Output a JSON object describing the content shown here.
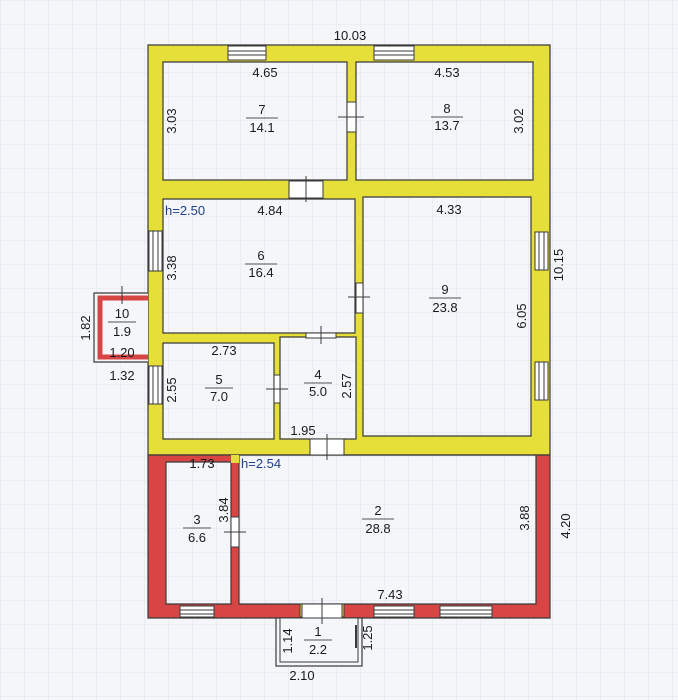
{
  "colors": {
    "wall_old": "#e6df3a",
    "wall_new": "#d84545",
    "wall_outline": "#3a3a3a",
    "paper": "#f4f6f9",
    "grid_line": "#d7dde6",
    "height_label": "#1f3f8c"
  },
  "rooms": [
    {
      "num": "1",
      "area": "2.2"
    },
    {
      "num": "2",
      "area": "28.8"
    },
    {
      "num": "3",
      "area": "6.6"
    },
    {
      "num": "4",
      "area": "5.0"
    },
    {
      "num": "5",
      "area": "7.0"
    },
    {
      "num": "6",
      "area": "16.4"
    },
    {
      "num": "7",
      "area": "14.1"
    },
    {
      "num": "8",
      "area": "13.7"
    },
    {
      "num": "9",
      "area": "23.8"
    },
    {
      "num": "10",
      "area": "1.9"
    }
  ],
  "heights": [
    "h=2.50",
    "h=2.54"
  ],
  "dimensions": {
    "overall_width": "10.03",
    "right_upper": "10.15",
    "right_lower": "4.20",
    "r7_width": "4.65",
    "r7_height": "3.03",
    "r8_width": "4.53",
    "r8_height": "3.02",
    "r6_width": "4.84",
    "r6_height": "3.38",
    "r9_width": "4.33",
    "r9_height": "6.05",
    "r10_height": "1.82",
    "r10_width_inner": "1.20",
    "r10_width_outer": "1.32",
    "r5_width": "2.73",
    "r5_height": "2.55",
    "r4_height": "2.57",
    "r4_width": "1.95",
    "r3_width": "1.73",
    "r3_height": "3.84",
    "r2_height": "3.88",
    "r2_width": "7.43",
    "r1_left": "1.14",
    "r1_right": "1.25",
    "r1_width": "2.10"
  }
}
